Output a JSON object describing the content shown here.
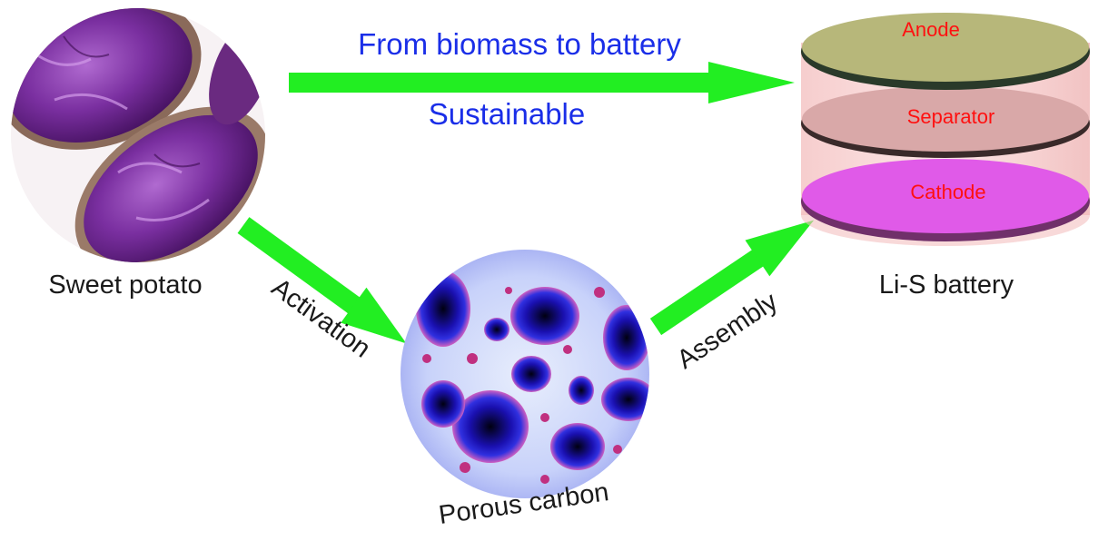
{
  "header": {
    "title": "From biomass to battery",
    "subtitle": "Sustainable",
    "color": "#1a2ee8"
  },
  "source": {
    "label": "Sweet potato"
  },
  "intermediate": {
    "label": "Porous carbon"
  },
  "product": {
    "label": "Li-S battery",
    "layers": [
      {
        "name": "Anode",
        "color": "#b7b77a"
      },
      {
        "name": "Separator",
        "color": "#d9a8a8"
      },
      {
        "name": "Cathode",
        "color": "#e05ae8"
      }
    ],
    "layer_text_color": "#ff1010"
  },
  "steps": {
    "activation": "Activation",
    "assembly": "Assembly"
  },
  "arrow_color": "#22ee22"
}
